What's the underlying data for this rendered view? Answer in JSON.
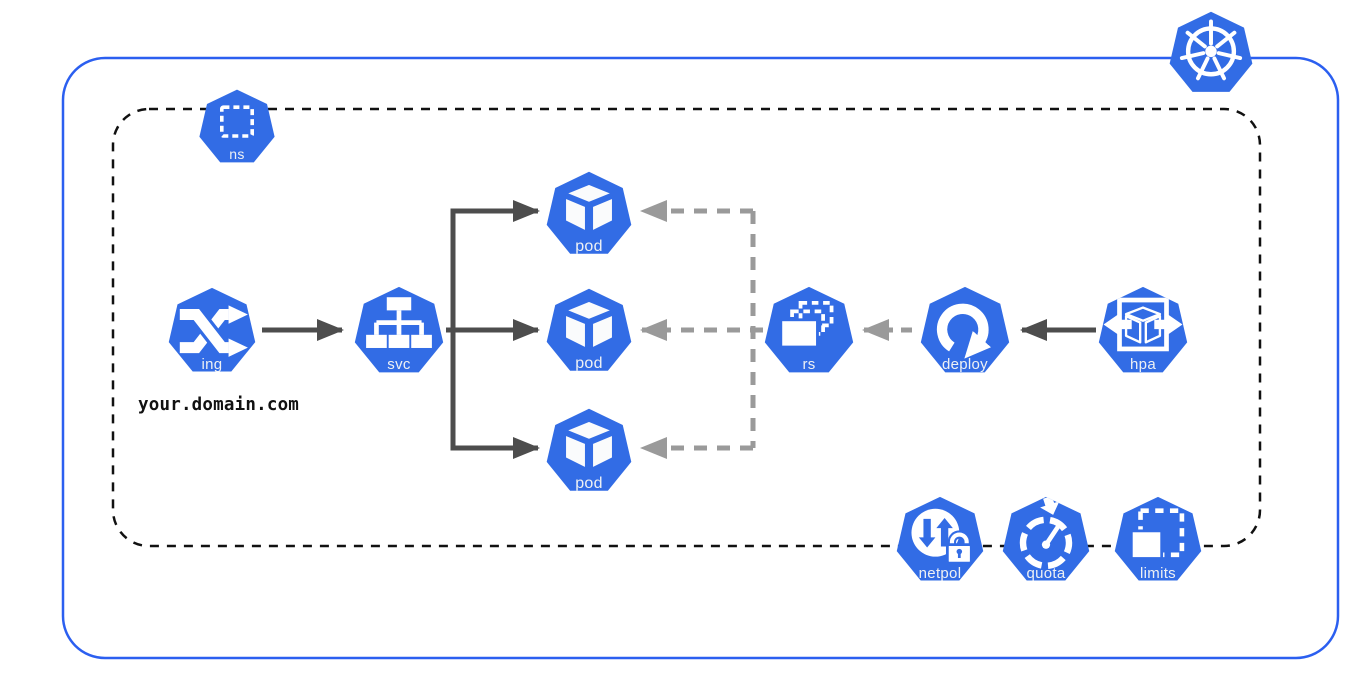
{
  "colors": {
    "k8s_blue": "#326CE5",
    "cluster_border": "#2b5ff0",
    "ns_border": "#111111",
    "arrow_dark": "#4d4d4d",
    "arrow_gray": "#9a9a9a",
    "icon_white": "#ffffff"
  },
  "cluster": {
    "logo_icon": "kubernetes-helm-wheel"
  },
  "annotation": {
    "domain_text": "your.domain.com"
  },
  "nodes": {
    "ns": {
      "label": "ns",
      "icon": "namespace-dashed-square"
    },
    "ing": {
      "label": "ing",
      "icon": "ingress-crossing-arrows"
    },
    "svc": {
      "label": "svc",
      "icon": "service-tree"
    },
    "pod1": {
      "label": "pod",
      "icon": "pod-cube"
    },
    "pod2": {
      "label": "pod",
      "icon": "pod-cube"
    },
    "pod3": {
      "label": "pod",
      "icon": "pod-cube"
    },
    "rs": {
      "label": "rs",
      "icon": "replicaset-stacked-rects"
    },
    "deploy": {
      "label": "deploy",
      "icon": "deployment-cycle-arrow"
    },
    "hpa": {
      "label": "hpa",
      "icon": "hpa-scaling-cube"
    },
    "netpol": {
      "label": "netpol",
      "icon": "networkpolicy-lock"
    },
    "quota": {
      "label": "quota",
      "icon": "resourcequota-gauge"
    },
    "limits": {
      "label": "limits",
      "icon": "limitrange-squares"
    }
  },
  "edges": [
    {
      "from": "ing",
      "to": "svc",
      "style": "solid-dark"
    },
    {
      "from": "svc",
      "to": "pod1",
      "style": "solid-dark"
    },
    {
      "from": "svc",
      "to": "pod2",
      "style": "solid-dark"
    },
    {
      "from": "svc",
      "to": "pod3",
      "style": "solid-dark"
    },
    {
      "from": "rs",
      "to": "pod1",
      "style": "dashed-gray"
    },
    {
      "from": "rs",
      "to": "pod2",
      "style": "dashed-gray"
    },
    {
      "from": "rs",
      "to": "pod3",
      "style": "dashed-gray"
    },
    {
      "from": "deploy",
      "to": "rs",
      "style": "dashed-gray"
    },
    {
      "from": "hpa",
      "to": "deploy",
      "style": "solid-dark"
    }
  ]
}
